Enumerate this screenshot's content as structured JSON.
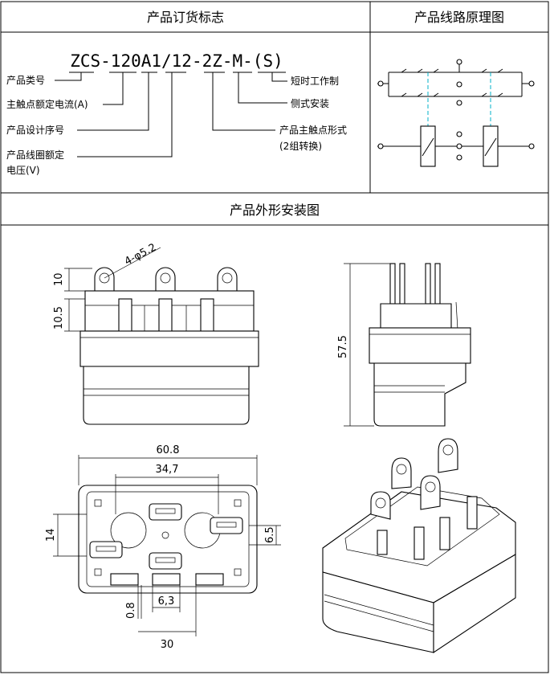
{
  "headers": {
    "order_code": "产品订货标志",
    "circuit": "产品线路原理图",
    "outline": "产品外形安装图"
  },
  "order": {
    "code": "ZCS-120A1/12-2Z-M-(S)",
    "labels": [
      "产品类号",
      "主触点额定电流(A)",
      "产品设计序号",
      "产品线圈额定",
      "电压(V)",
      "短时工作制",
      "侧式安装",
      "产品主触点形式",
      "(2组转换)"
    ]
  },
  "dims": {
    "holes": "4-φ5.2",
    "d10": "10",
    "d105": "10.5",
    "d575": "57.5",
    "d608": "60.8",
    "d347": "34,7",
    "d14": "14",
    "d65": "6.5",
    "d08": "0.8",
    "d63": "6,3",
    "d30": "30"
  },
  "colors": {
    "line": "#000000",
    "dashed_link": "#00b0c8"
  },
  "icons": [
    "relay-coil-symbol",
    "switch-contact-symbol"
  ]
}
